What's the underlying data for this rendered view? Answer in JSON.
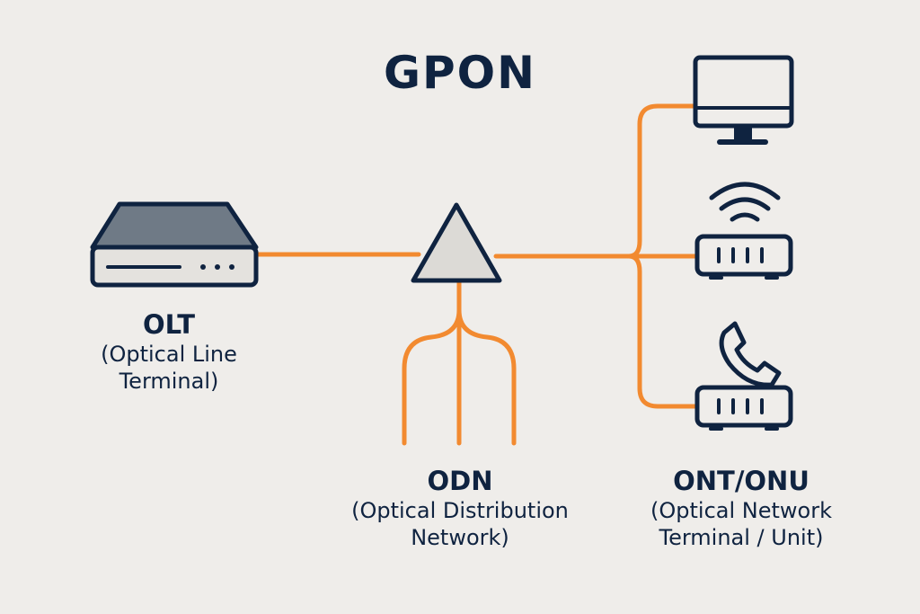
{
  "title": "GPON",
  "olt": {
    "name": "OLT",
    "description_lines": [
      "(Optical Line",
      "Terminal)"
    ]
  },
  "odn": {
    "name": "ODN",
    "description_lines": [
      "(Optical Distribution",
      "Network)"
    ]
  },
  "ont": {
    "name": "ONT/ONU",
    "description_lines": [
      "(Optical Network",
      "Terminal / Unit)"
    ]
  },
  "colors": {
    "background": "#efedea",
    "fiber": "#f28a30",
    "outline": "#0f2340",
    "device_top": "#6f7a86",
    "device_body": "#e4e2de"
  },
  "icons": [
    "olt-device-icon",
    "splitter-icon",
    "monitor-icon",
    "wifi-icon",
    "router-icon",
    "phone-icon"
  ]
}
